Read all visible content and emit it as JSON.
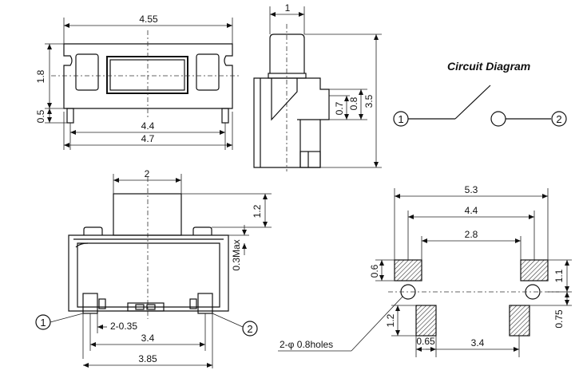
{
  "circuit": {
    "title": "Circuit Diagram",
    "pin1": "1",
    "pin2": "2"
  },
  "top_view": {
    "width_body": "4.55",
    "height": "1.8",
    "tab": "0.5",
    "inner_span": "4.4",
    "outer_span": "4.7"
  },
  "side_view": {
    "actuator_width": "1",
    "total_height": "3.5",
    "dim_a": "0.8",
    "dim_b": "0.7"
  },
  "front_view": {
    "actuator_width": "2",
    "actuator_height": "1.2",
    "max_travel": "0.3Max",
    "pin_width": "2-0.35",
    "pitch_inner": "3.4",
    "pitch_outer": "3.85",
    "pin1": "1",
    "pin2": "2"
  },
  "footprint": {
    "total": "5.3",
    "mid": "4.4",
    "inner": "2.8",
    "pad_h": "0.6",
    "right_h": "1.1",
    "pad2_h": "1.2",
    "right_low": "0.75",
    "pad_w": "0.65",
    "hole_span": "3.4",
    "holes": "2-φ 0.8holes"
  }
}
